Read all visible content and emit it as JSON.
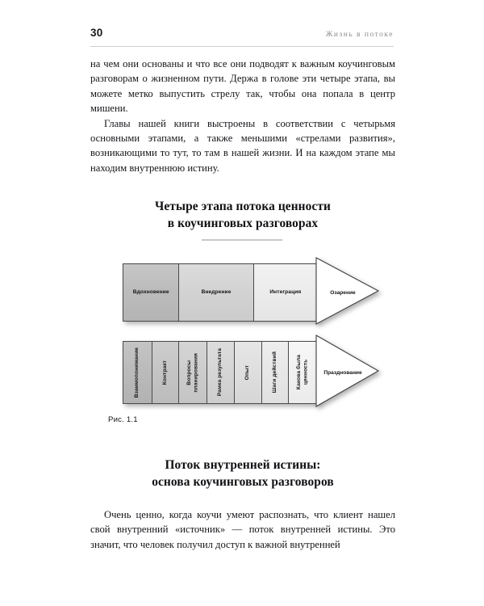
{
  "header": {
    "folio": "30",
    "running_title": "Жизнь в потоке"
  },
  "paragraphs": {
    "top_1": "на чем они основаны и что все они подводят к важным коучинговым разговорам о жизненном пути. Держа в голове эти четыре этапа, вы можете метко выпустить стрелу так, чтобы она попала в центр мишени.",
    "top_2": "Главы нашей книги выстроены в соответствии с четырьмя основными этапами, а также меньшими «стрелами развития», возникающими то тут, то там в нашей жизни. И на каждом этапе мы находим внутреннюю истину.",
    "bottom_1": "Очень ценно, когда коучи умеют распознать, что клиент нашел свой внутренний «источник» — поток внутренней истины. Это значит, что человек получил доступ к важной внутренней"
  },
  "figure_heading_1": {
    "line_1": "Четыре этапа потока ценности",
    "line_2": "в коучинговых разговорах"
  },
  "figure_heading_2": {
    "line_1": "Поток внутренней истины:",
    "line_2": "основа коучинговых разговоров"
  },
  "figure": {
    "caption": "Рис. 1.1",
    "top_arrow": {
      "segments": [
        {
          "label": "Вдохновение"
        },
        {
          "label": "Внедрение"
        },
        {
          "label": "Интеграция"
        }
      ],
      "head_label": "Озарение"
    },
    "bottom_arrow": {
      "segments": [
        {
          "label": "Взаимопонимание"
        },
        {
          "label": "Контракт"
        },
        {
          "label": "Вопросы\nпланирования"
        },
        {
          "label": "Рамка результата"
        },
        {
          "label": "Опыт"
        },
        {
          "label": "Шаги действий"
        },
        {
          "label": "Какова была\nценность"
        }
      ],
      "head_label": "Празднование"
    }
  },
  "colors": {
    "page_background": "#ffffff",
    "text": "#15151a",
    "running_head": "#8d8d92",
    "rule": "#cfcfd3",
    "heading_rule": "#c8c8cc",
    "diagram_outline": "#4a4a4d",
    "arrowhead_fill": "#ffffff"
  }
}
